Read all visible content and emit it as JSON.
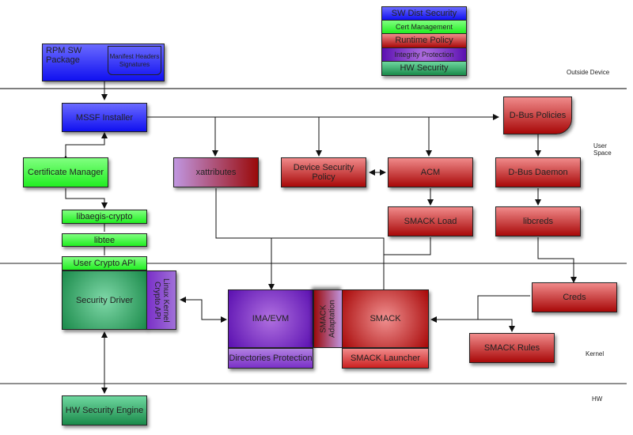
{
  "legend": [
    {
      "label": "SW Dist Security",
      "color": "#2a2af5"
    },
    {
      "label": "Cert Management",
      "color": "#33ee33"
    },
    {
      "label": "Runtime Policy",
      "color": "#cc2020"
    },
    {
      "label": "Integrity Protection",
      "color": "#7a30c8"
    },
    {
      "label": "HW Security",
      "color": "#2a9a5a"
    }
  ],
  "zones": {
    "outside": "Outside Device",
    "user": "User Space",
    "kernel": "Kernel",
    "hw": "HW"
  },
  "nodes": {
    "rpm": "RPM SW Package",
    "manifest": "Manifest Headers Signatures",
    "mssf": "MSSF Installer",
    "dbus_policies": "D-Bus Policies",
    "cert_manager": "Certificate Manager",
    "xattributes": "xattributes",
    "device_policy": "Device Security Policy",
    "acm": "ACM",
    "dbus_daemon": "D-Bus Daemon",
    "smack_load": "SMACK Load",
    "libcreds": "libcreds",
    "libaegis": "libaegis-crypto",
    "libtee": "libtee",
    "user_crypto": "User Crypto API",
    "security_driver": "Security Driver",
    "linux_crypto": "Linux Kernel Crypto API",
    "ima_evm": "IMA/EVM",
    "smack_adapt": "SMACK Adaptation",
    "smack": "SMACK",
    "dir_protection": "Directories Protection",
    "smack_launcher": "SMACK Launcher",
    "creds": "Creds",
    "smack_rules": "SMACK Rules",
    "hw_engine": "HW Security Engine"
  }
}
